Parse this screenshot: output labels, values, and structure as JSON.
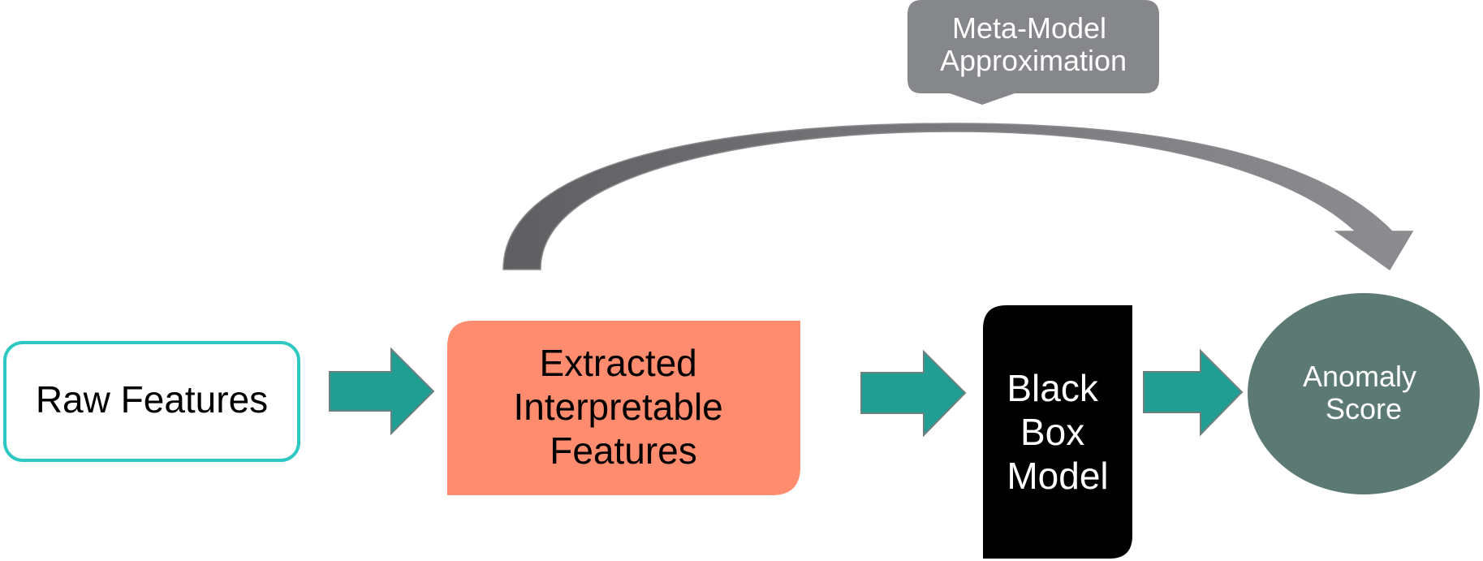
{
  "diagram": {
    "nodes": {
      "raw": {
        "label": "Raw Features"
      },
      "extracted": {
        "lines": [
          "Extracted",
          "Interpretable",
          "Features"
        ]
      },
      "blackbox": {
        "lines": [
          "Black",
          "Box",
          "Model"
        ]
      },
      "score": {
        "lines": [
          "Anomaly",
          "Score"
        ]
      }
    },
    "callout": {
      "lines": [
        "Meta-Model",
        "Approximation"
      ]
    }
  },
  "colors": {
    "raw_border": "#2ec8c2",
    "extracted_fill": "#ff8c6e",
    "blackbox_fill": "#000000",
    "score_fill": "#5c7a73",
    "arrow_fill": "#209e94",
    "arrow_stroke": "#6e7f80",
    "curve_fill": "#6a6a6d",
    "curve_light": "#8a8a8e",
    "callout_fill": "#86878b"
  },
  "icons": {
    "flow_arrow": "right-block-arrow",
    "curve": "curved-arrow"
  }
}
